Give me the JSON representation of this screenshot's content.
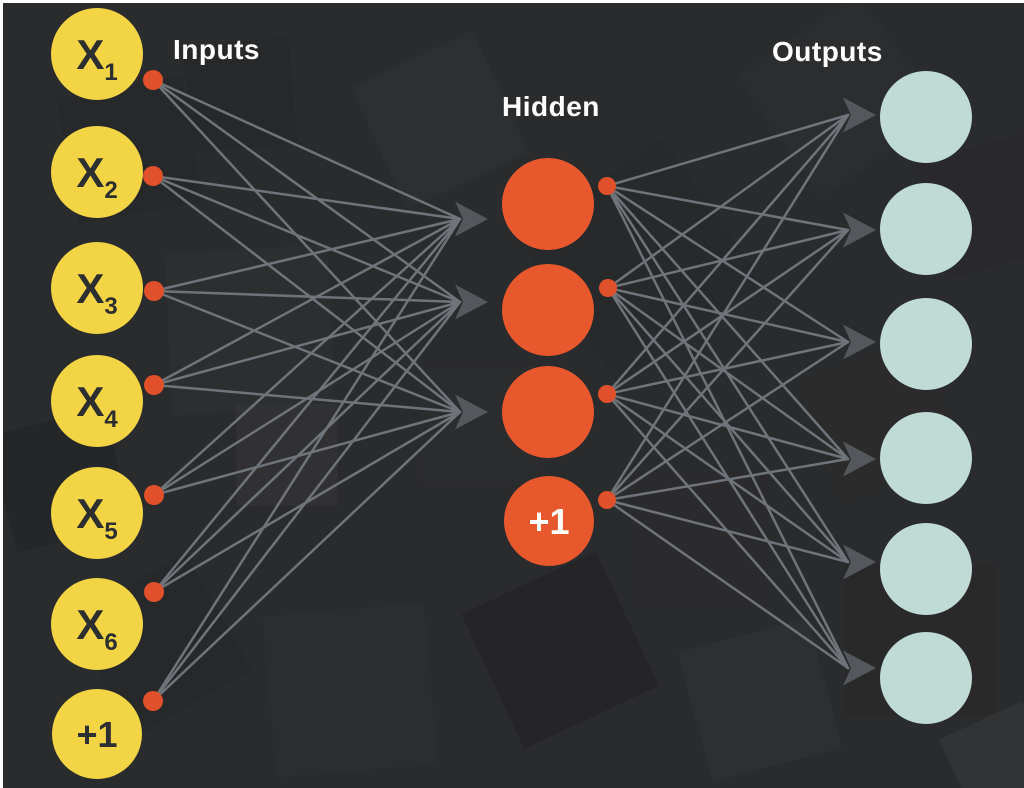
{
  "labels": {
    "inputs": "Inputs",
    "hidden": "Hidden",
    "outputs": "Outputs"
  },
  "layers": {
    "input": {
      "title": "Inputs",
      "nodes": [
        {
          "label": "X",
          "sub": "1"
        },
        {
          "label": "X",
          "sub": "2"
        },
        {
          "label": "X",
          "sub": "3"
        },
        {
          "label": "X",
          "sub": "4"
        },
        {
          "label": "X",
          "sub": "5"
        },
        {
          "label": "X",
          "sub": "6"
        },
        {
          "label": "+1",
          "sub": ""
        }
      ]
    },
    "hidden": {
      "title": "Hidden",
      "nodes": [
        {
          "label": "",
          "sub": ""
        },
        {
          "label": "",
          "sub": ""
        },
        {
          "label": "",
          "sub": ""
        },
        {
          "label": "+1",
          "sub": ""
        }
      ]
    },
    "output": {
      "title": "Outputs",
      "nodes": [
        {
          "label": ""
        },
        {
          "label": ""
        },
        {
          "label": ""
        },
        {
          "label": ""
        },
        {
          "label": ""
        },
        {
          "label": ""
        }
      ]
    }
  },
  "connections": {
    "input_to_hidden": {
      "from_count": 7,
      "to_count": 3,
      "rule": "every input node connects to each of the 3 main hidden nodes"
    },
    "hidden_to_output": {
      "from_count": 4,
      "to_count": 6,
      "rule": "every hidden node (including bias) connects to each of the 6 output nodes"
    }
  },
  "colors": {
    "background": "#2a2b2c",
    "frame_border": "#ffffff",
    "input_node": "#f2d444",
    "hidden_node": "#e7582c",
    "output_node": "#c0dad5",
    "connector_dot": "#e0512b",
    "edge": "#6f747a",
    "arrow": "#54585c",
    "node_text_dark": "#2d2e30",
    "node_text_light": "#ffffff",
    "label_text": "#ffffff"
  }
}
